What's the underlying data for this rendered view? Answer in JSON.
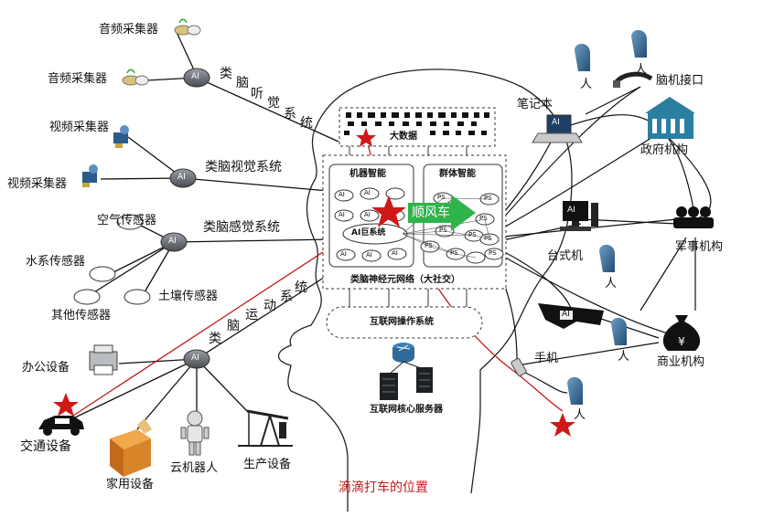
{
  "labels": {
    "audio1": "音频采集器",
    "audio2": "音频采集器",
    "video1": "视频采集器",
    "video2": "视频采集器",
    "air": "空气传感器",
    "water": "水系传感器",
    "soil": "土壤传感器",
    "other": "其他传感器",
    "office": "办公设备",
    "traffic": "交通设备",
    "home": "家用设备",
    "robot": "云机器人",
    "production": "生产设备",
    "visual_system": "类脑视觉系统",
    "sensory_system": "类脑感觉系统",
    "auditory_chars": [
      "类",
      "脑",
      "听",
      "觉",
      "系",
      "统"
    ],
    "motor_chars": [
      "类",
      "脑",
      "运",
      "动",
      "系",
      "统"
    ],
    "ai": "AI",
    "big_data": "大数据",
    "machine_intel": "机器智能",
    "group_intel": "群体智能",
    "ai_giant": "AI巨系统",
    "ps": "PS",
    "shunfengche": "顺风车",
    "neural_network": "类脑神经元网络（大社交）",
    "os": "互联网操作系统",
    "core_server": "互联网核心服务器",
    "notebook": "笔记本",
    "bci": "脑机接口",
    "gov": "政府机构",
    "desktop": "台式机",
    "military": "军事机构",
    "phone": "手机",
    "business": "商业机构",
    "person": "人",
    "didi": "滴滴打车的位置"
  },
  "colors": {
    "line": "#111111",
    "accent_red": "#c21a1a",
    "arrow_green": "#2fb34a",
    "hub_gray": "#666a70",
    "person_blue": "#3a6f99",
    "gov_teal": "#2a7fa0"
  }
}
